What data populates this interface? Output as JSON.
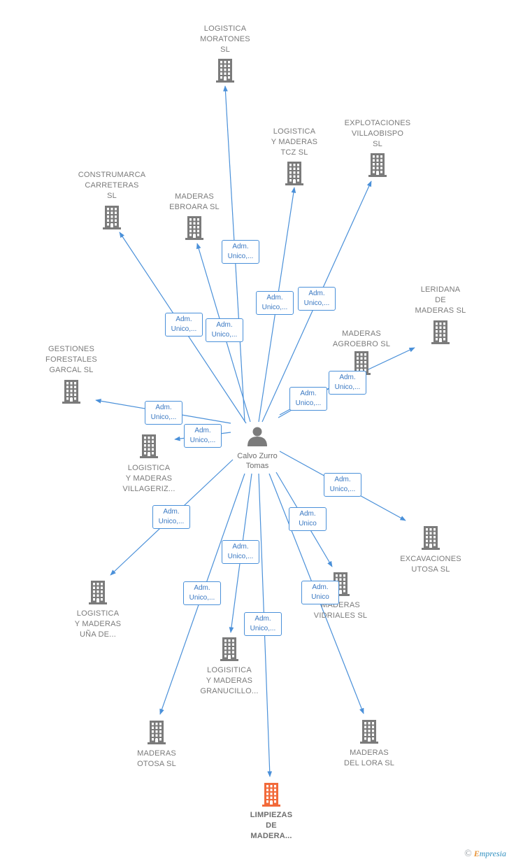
{
  "colors": {
    "edge": "#4a90d9",
    "building": "#7b7b7b",
    "highlight_building": "#f26a3a",
    "person": "#7b7b7b"
  },
  "center": {
    "name": "Calvo Zurro\nTomas",
    "icon": "person-icon"
  },
  "companies": [
    {
      "id": "moratones",
      "name": "LOGISTICA\nMORATONES\nSL",
      "icon": "building-icon",
      "highlight": false
    },
    {
      "id": "tcz",
      "name": "LOGISTICA\nY MADERAS\nTCZ  SL",
      "icon": "building-icon",
      "highlight": false
    },
    {
      "id": "villaobispo",
      "name": "EXPLOTACIONES\nVILLAOBISPO\nSL",
      "icon": "building-icon",
      "highlight": false
    },
    {
      "id": "construmarca",
      "name": "CONSTRUMARCA\nCARRETERAS\nSL",
      "icon": "building-icon",
      "highlight": false
    },
    {
      "id": "ebroara",
      "name": "MADERAS\nEBROARA  SL",
      "icon": "building-icon",
      "highlight": false
    },
    {
      "id": "leridana",
      "name": "LERIDANA\nDE\nMADERAS  SL",
      "icon": "building-icon",
      "highlight": false
    },
    {
      "id": "agroebro",
      "name": "MADERAS\nAGROEBRO  SL",
      "icon": "building-icon",
      "highlight": false
    },
    {
      "id": "gestiones",
      "name": "GESTIONES\nFORESTALES\nGARCAL SL",
      "icon": "building-icon",
      "highlight": false
    },
    {
      "id": "villageriz",
      "name": "LOGISTICA\nY MADERAS\nVILLAGERIZ...",
      "icon": "building-icon",
      "highlight": false
    },
    {
      "id": "excavaciones",
      "name": "EXCAVACIONES\nUTOSA  SL",
      "icon": "building-icon",
      "highlight": false
    },
    {
      "id": "una",
      "name": "LOGISTICA\nY MADERAS\nUÑA DE...",
      "icon": "building-icon",
      "highlight": false
    },
    {
      "id": "vidriales",
      "name": "MADERAS\nVIDRIALES SL",
      "icon": "building-icon",
      "highlight": false
    },
    {
      "id": "granucillo",
      "name": "LOGISITICA\nY MADERAS\nGRANUCILLO...",
      "icon": "building-icon",
      "highlight": false
    },
    {
      "id": "otosa",
      "name": "MADERAS\nOTOSA  SL",
      "icon": "building-icon",
      "highlight": false
    },
    {
      "id": "lora",
      "name": "MADERAS\nDEL LORA  SL",
      "icon": "building-icon",
      "highlight": false
    },
    {
      "id": "limpiezas",
      "name": "LIMPIEZAS\nDE\nMADERA...",
      "icon": "building-icon",
      "highlight": true
    }
  ],
  "relations": [
    {
      "to": "moratones",
      "label": "Adm.\nUnico,..."
    },
    {
      "to": "tcz",
      "label": "Adm.\nUnico,..."
    },
    {
      "to": "villaobispo",
      "label": "Adm.\nUnico,..."
    },
    {
      "to": "construmarca",
      "label": "Adm.\nUnico,..."
    },
    {
      "to": "ebroara",
      "label": "Adm.\nUnico,..."
    },
    {
      "to": "leridana",
      "label": "Adm.\nUnico,..."
    },
    {
      "to": "agroebro",
      "label": "Adm.\nUnico,..."
    },
    {
      "to": "gestiones",
      "label": "Adm.\nUnico,..."
    },
    {
      "to": "villageriz",
      "label": "Adm.\nUnico,..."
    },
    {
      "to": "excavaciones",
      "label": "Adm.\nUnico,..."
    },
    {
      "to": "una",
      "label": "Adm.\nUnico,..."
    },
    {
      "to": "vidriales",
      "label": "Adm.\nUnico"
    },
    {
      "to": "granucillo",
      "label": "Adm.\nUnico,..."
    },
    {
      "to": "otosa",
      "label": "Adm.\nUnico,..."
    },
    {
      "to": "lora",
      "label": "Adm.\nUnico"
    },
    {
      "to": "limpiezas",
      "label": "Adm.\nUnico,..."
    }
  ],
  "watermark": {
    "copyright": "©",
    "brand_e": "E",
    "brand_rest": "mpresia"
  }
}
